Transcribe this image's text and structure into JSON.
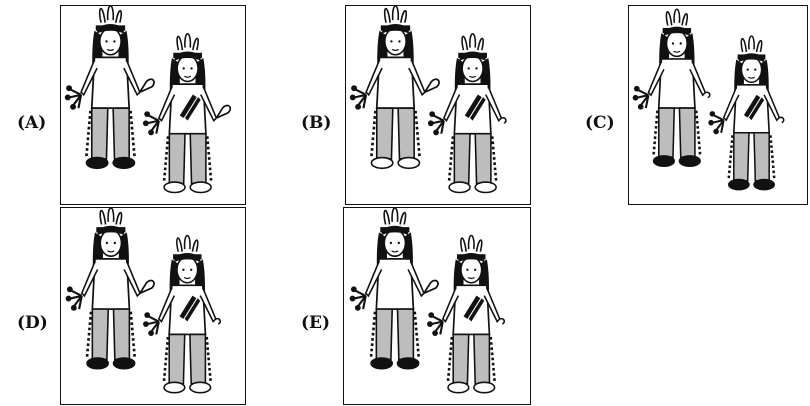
{
  "options": [
    {
      "label": "(A)"
    },
    {
      "label": "(B)"
    },
    {
      "label": "(C)"
    },
    {
      "label": "(D)"
    },
    {
      "label": "(E)"
    }
  ],
  "colors": {
    "ink": "#111111",
    "pants": "#bdbdbd",
    "paper": "#ffffff"
  }
}
